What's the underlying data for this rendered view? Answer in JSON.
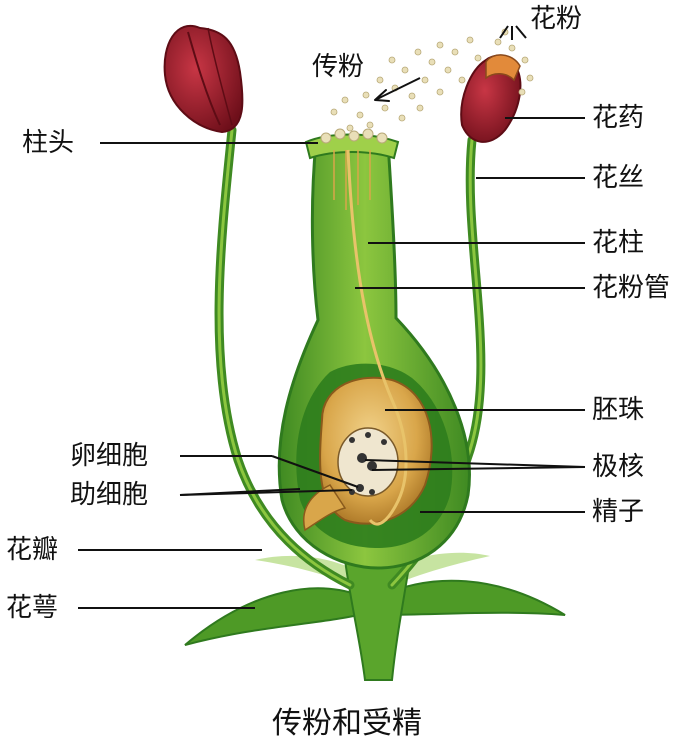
{
  "caption": "传粉和受精",
  "labels": {
    "pollen": "花粉",
    "pollination": "传粉",
    "stigma": "柱头",
    "anther": "花药",
    "filament": "花丝",
    "style": "花柱",
    "pollen_tube": "花粉管",
    "ovule": "胚珠",
    "polar_nuclei": "极核",
    "egg_cell": "卵细胞",
    "synergids": "助细胞",
    "sperm": "精子",
    "petal": "花瓣",
    "sepal": "花萼"
  },
  "colors": {
    "stem_green": "#5aa52c",
    "dark_green": "#2f7a1e",
    "light_green": "#9fd04a",
    "anther_red": "#9c1c2a",
    "ovule_tan": "#d9a64a",
    "pollen_cream": "#e9dfb8",
    "line_black": "#111111"
  }
}
